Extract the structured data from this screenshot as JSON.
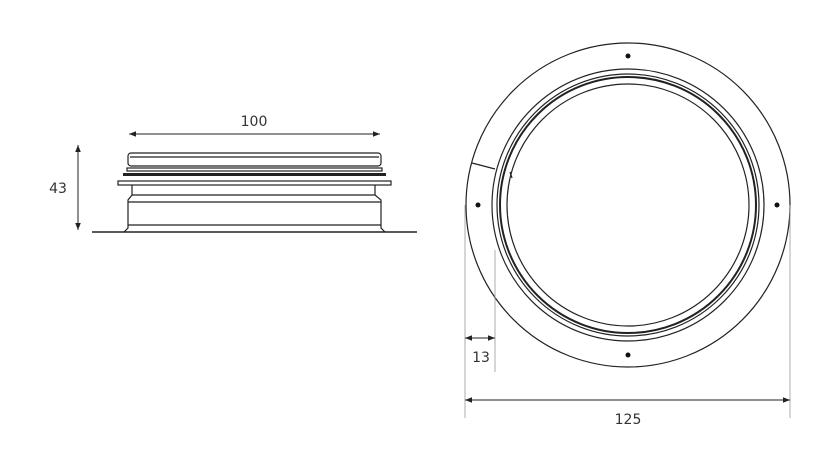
{
  "diagram": {
    "side_view": {
      "width_label": "100",
      "height_label": "43"
    },
    "top_view": {
      "diameter_label": "125",
      "flange_label": "13",
      "mounting_holes": 4
    },
    "line_color": "#222222"
  }
}
